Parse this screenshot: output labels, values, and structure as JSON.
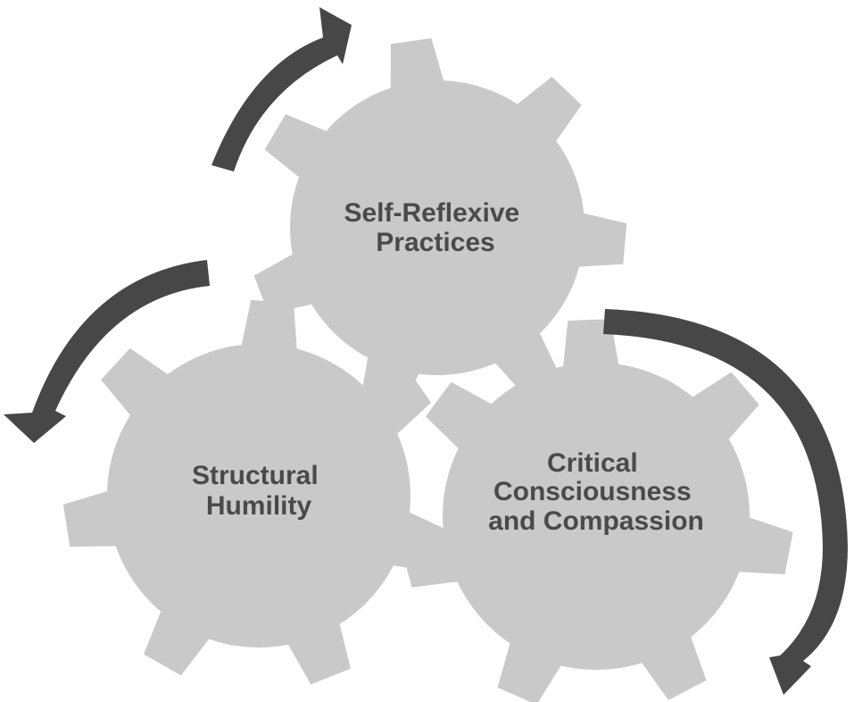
{
  "gears": [
    {
      "id": "self-reflexive",
      "lines": [
        "Self-Reflexive",
        "Practices"
      ]
    },
    {
      "id": "structural",
      "lines": [
        "Structural",
        "Humility"
      ]
    },
    {
      "id": "critical",
      "lines": [
        "Critical",
        "Consciousness",
        "and Compassion"
      ]
    }
  ],
  "colors": {
    "gear": "#c9c9c9",
    "arrow": "#474747",
    "text": "#4a4a4a"
  }
}
